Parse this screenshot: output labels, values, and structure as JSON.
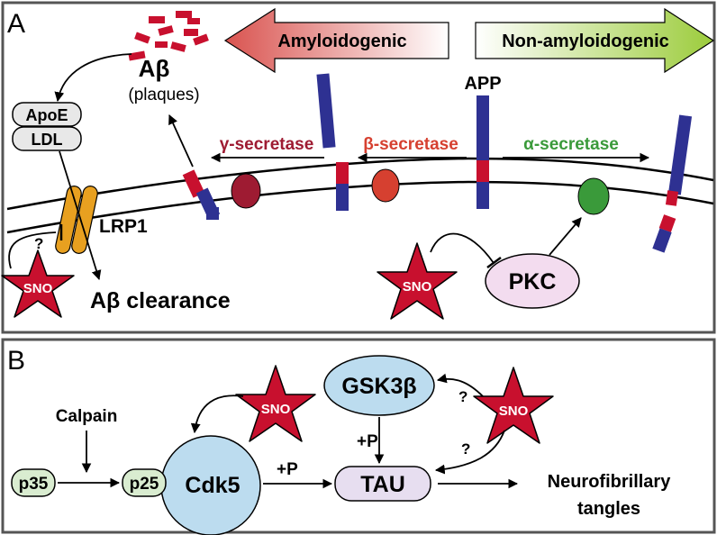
{
  "panelA": {
    "label": "A",
    "abeta": "Aβ",
    "plaques": "(plaques)",
    "amyloidogenic": "Amyloidogenic",
    "non_amyloidogenic": "Non-amyloidogenic",
    "app": "APP",
    "gamma": "γ-secretase",
    "beta": "β-secretase",
    "alpha": "α-secretase",
    "apoe": "ApoE",
    "ldl": "LDL",
    "lrp1": "LRP1",
    "question": "?",
    "sno": "SNO",
    "clearance": "Aβ clearance",
    "pkc": "PKC"
  },
  "panelB": {
    "label": "B",
    "calpain": "Calpain",
    "p35": "p35",
    "p25": "p25",
    "cdk5": "Cdk5",
    "plus_p": "+P",
    "tau": "TAU",
    "gsk": "GSK3β",
    "sno": "SNO",
    "question": "?",
    "tangles_line1": "Neurofibrillary",
    "tangles_line2": "tangles"
  },
  "colors": {
    "red": "#c8102e",
    "blue": "#2e3192",
    "gamma": "#9e1b32",
    "beta": "#d64030",
    "alpha": "#3a9a3a",
    "lrp1": "#e8a020",
    "pkc": "#f3dcef",
    "light_blue": "#bcdcef",
    "light_green": "#d9ecd0",
    "tau": "#e7def0"
  }
}
